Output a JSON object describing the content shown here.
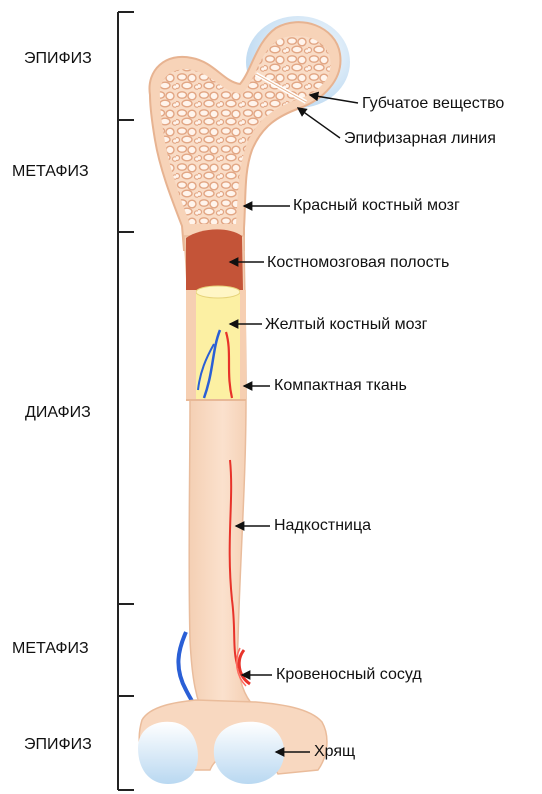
{
  "zones": [
    {
      "id": "top-epiphysis",
      "label": "ЭПИФИЗ"
    },
    {
      "id": "top-metaphysis",
      "label": "МЕТАФИЗ"
    },
    {
      "id": "diaphysis",
      "label": "ДИАФИЗ"
    },
    {
      "id": "bottom-metaphysis",
      "label": "МЕТАФИЗ"
    },
    {
      "id": "bottom-epiphysis",
      "label": "ЭПИФИЗ"
    }
  ],
  "callouts": [
    {
      "id": "spongy",
      "label": "Губчатое вещество"
    },
    {
      "id": "epiphyseal-line",
      "label": "Эпифизарная линия"
    },
    {
      "id": "red-marrow",
      "label": "Красный костный мозг"
    },
    {
      "id": "medullary-cavity",
      "label": "Костномозговая полость"
    },
    {
      "id": "yellow-marrow",
      "label": "Желтый костный мозг"
    },
    {
      "id": "compact-tissue",
      "label": "Компактная ткань"
    },
    {
      "id": "periosteum",
      "label": "Надкостница"
    },
    {
      "id": "blood-vessel",
      "label": "Кровеносный сосуд"
    },
    {
      "id": "cartilage",
      "label": "Хрящ"
    }
  ],
  "colors": {
    "bone": "#f7d6bd",
    "bone_outline": "#e8b893",
    "spongy": "#f2c9aa",
    "cavity": "#c5543a",
    "yellow_marrow": "#fbf1a8",
    "cartilage": "#c9e2f5",
    "artery": "#e8332a",
    "vein": "#2a5fd6"
  }
}
